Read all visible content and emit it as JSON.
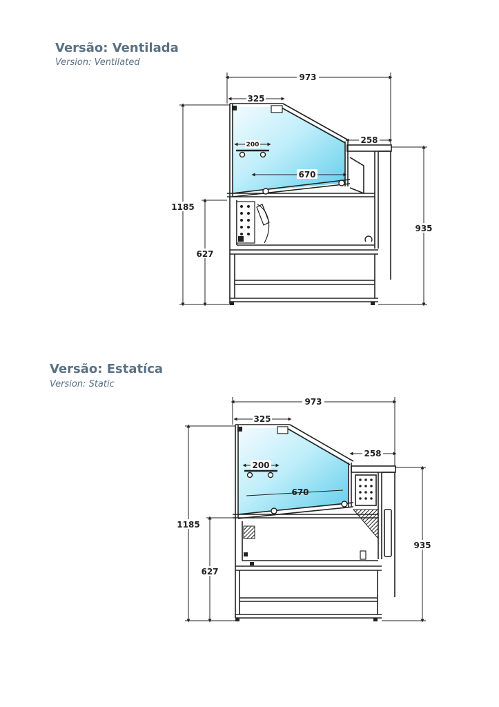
{
  "sections": [
    {
      "title": "Versão: Ventilada",
      "subtitle": "Version: Ventilated",
      "dimensions": {
        "total_depth": "973",
        "upper_depth": "325",
        "counter_depth": "258",
        "shelf_spacing": "200",
        "inner_depth": "670",
        "total_height": "1185",
        "base_height": "627",
        "counter_height": "935"
      }
    },
    {
      "title": "Versão: Estatíca",
      "subtitle": "Version: Static",
      "dimensions": {
        "total_depth": "973",
        "upper_depth": "325",
        "counter_depth": "258",
        "shelf_spacing": "200",
        "inner_depth": "670",
        "total_height": "1185",
        "base_height": "627",
        "counter_height": "935"
      }
    }
  ],
  "colors": {
    "title": "#5a7184",
    "glass_light": "#e8f8fd",
    "glass_dark": "#6fd3ef",
    "line": "#222222"
  }
}
